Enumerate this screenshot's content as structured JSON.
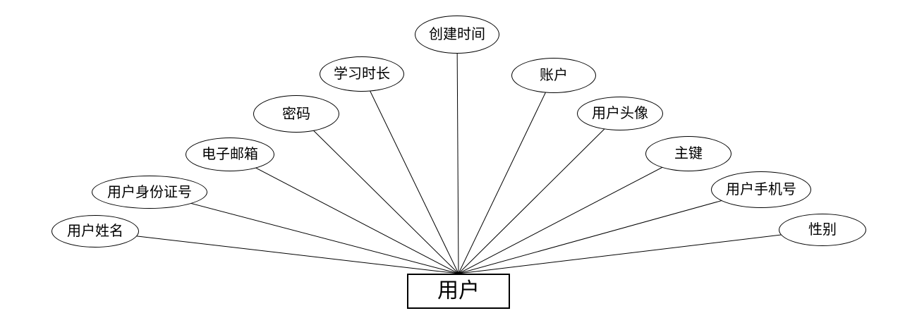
{
  "diagram": {
    "type": "er-diagram",
    "entity": {
      "label": "用户"
    },
    "attributes": [
      {
        "id": "user-name",
        "label": "用户姓名"
      },
      {
        "id": "user-id-number",
        "label": "用户身份证号"
      },
      {
        "id": "email",
        "label": "电子邮箱"
      },
      {
        "id": "password",
        "label": "密码"
      },
      {
        "id": "study-duration",
        "label": "学习时长"
      },
      {
        "id": "creation-time",
        "label": "创建时间"
      },
      {
        "id": "account",
        "label": "账户"
      },
      {
        "id": "user-avatar",
        "label": "用户头像"
      },
      {
        "id": "primary-key",
        "label": "主键"
      },
      {
        "id": "user-phone",
        "label": "用户手机号"
      },
      {
        "id": "gender",
        "label": "性别"
      }
    ],
    "colors": {
      "stroke": "#000000",
      "shape_fill": "#ffffff",
      "background": "#ffffff"
    }
  }
}
